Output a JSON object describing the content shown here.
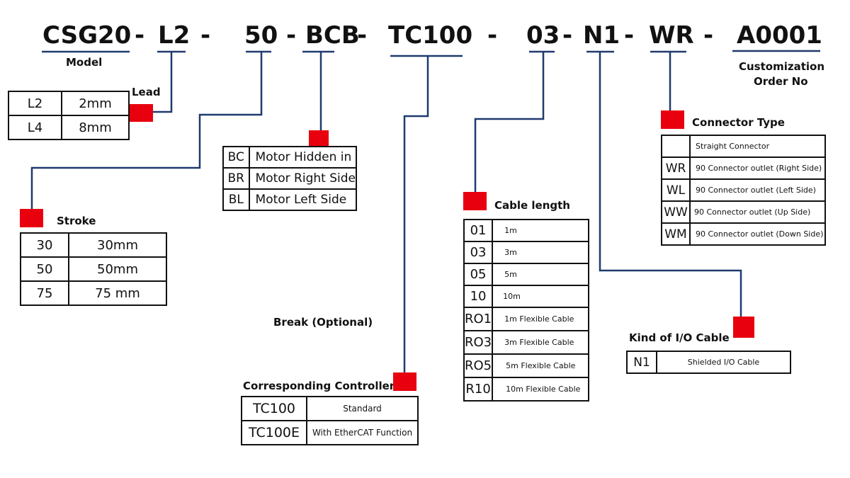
{
  "code_parts": {
    "model": "CSG20",
    "lead": "L2",
    "stroke": "50",
    "motor": "BCB",
    "controller": "TC100",
    "cable": "03",
    "io": "N1",
    "connector": "WR",
    "custom": "A0001"
  },
  "separator": "-",
  "captions": {
    "model": "Model",
    "custom_line1": "Customization",
    "custom_line2": "Order No"
  },
  "colors": {
    "marker": "#e8000f",
    "line": "#1f3a6e"
  },
  "lead": {
    "title": "Lead",
    "rows": [
      {
        "code": "L2",
        "desc": "2mm"
      },
      {
        "code": "L4",
        "desc": "8mm"
      }
    ]
  },
  "motor": {
    "rows": [
      {
        "code": "BC",
        "desc": "Motor Hidden in"
      },
      {
        "code": "BR",
        "desc": "Motor Right Side"
      },
      {
        "code": "BL",
        "desc": "Motor Left Side"
      }
    ]
  },
  "stroke": {
    "title": "Stroke",
    "rows": [
      {
        "code": "30",
        "desc": "30mm"
      },
      {
        "code": "50",
        "desc": "50mm"
      },
      {
        "code": "75",
        "desc": "75 mm"
      }
    ]
  },
  "brake": {
    "title": "Break (Optional)"
  },
  "controller": {
    "title": "Corresponding Controller",
    "rows": [
      {
        "code": "TC100",
        "desc": "Standard"
      },
      {
        "code": "TC100E",
        "desc": "With EtherCAT Function"
      }
    ]
  },
  "cable": {
    "title": "Cable length",
    "rows": [
      {
        "code": "01",
        "desc": "1m"
      },
      {
        "code": "03",
        "desc": "3m"
      },
      {
        "code": "05",
        "desc": "5m"
      },
      {
        "code": "10",
        "desc": "10m"
      },
      {
        "code": "RO1",
        "desc": "1m Flexible Cable"
      },
      {
        "code": "RO3",
        "desc": "3m Flexible Cable"
      },
      {
        "code": "RO5",
        "desc": "5m Flexible Cable"
      },
      {
        "code": "R10",
        "desc": "10m Flexible Cable"
      }
    ]
  },
  "connector": {
    "title": "Connector Type",
    "rows": [
      {
        "code": "",
        "desc": "Straight Connector"
      },
      {
        "code": "WR",
        "desc": "90 Connector outlet (Right Side)"
      },
      {
        "code": "WL",
        "desc": "90 Connector outlet (Left Side)"
      },
      {
        "code": "WW",
        "desc": "90 Connector outlet (Up Side)"
      },
      {
        "code": "WM",
        "desc": "90 Connector outlet (Down Side)"
      }
    ]
  },
  "io": {
    "title": "Kind of I/O Cable",
    "rows": [
      {
        "code": "N1",
        "desc": "Shielded I/O Cable"
      }
    ]
  }
}
